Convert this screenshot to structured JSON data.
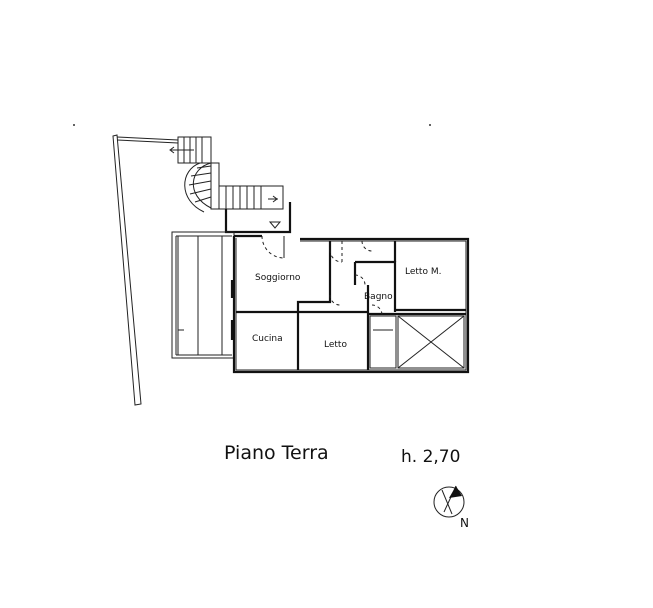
{
  "plan": {
    "title": "Piano Terra",
    "height": "h. 2,70",
    "north": "N",
    "rooms": {
      "soggiorno": "Soggiorno",
      "letto_m": "Letto M.",
      "bagno": "Bagno",
      "cucina": "Cucina",
      "letto": "Letto"
    }
  }
}
